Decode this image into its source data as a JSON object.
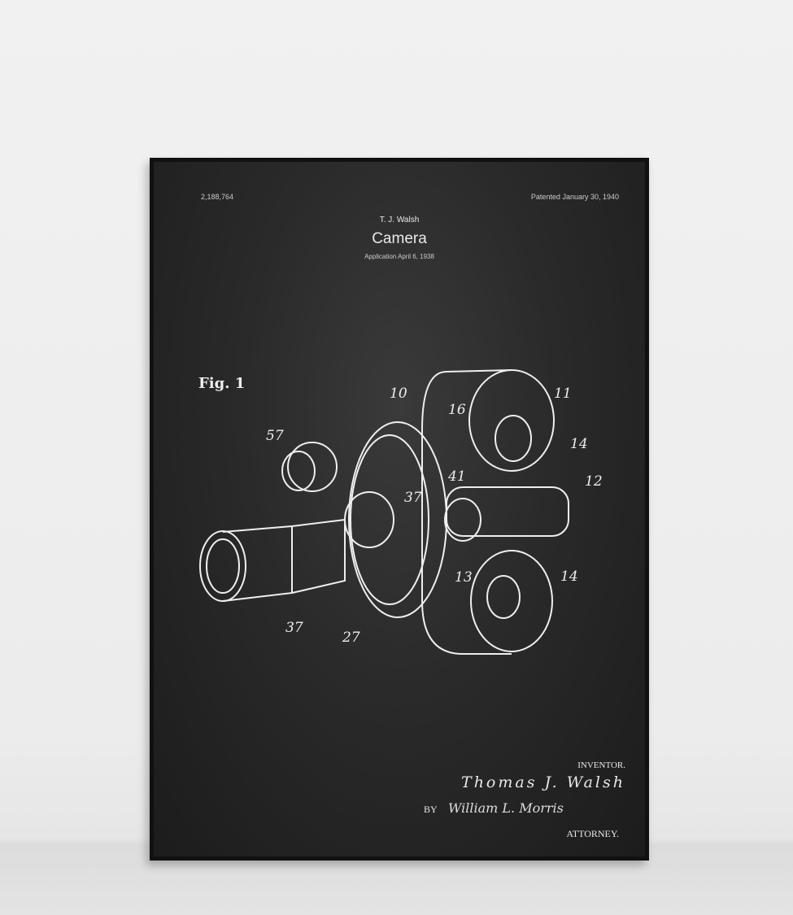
{
  "poster": {
    "patent_number": "2,188,764",
    "patent_date": "Patented January 30, 1940",
    "inventor_name": "T. J. Walsh",
    "title": "Camera",
    "application": "Application April 6, 1938",
    "figure_label": "Fig. 1",
    "part_labels": [
      "10",
      "11",
      "16",
      "14",
      "57",
      "12",
      "37",
      "41",
      "13",
      "14",
      "37",
      "27"
    ],
    "by_label": "BY",
    "inventor_label": "INVENTOR.",
    "inventor_signature": "Thomas J. Walsh",
    "attorney_signature": "William L. Morris",
    "attorney_label": "ATTORNEY."
  }
}
